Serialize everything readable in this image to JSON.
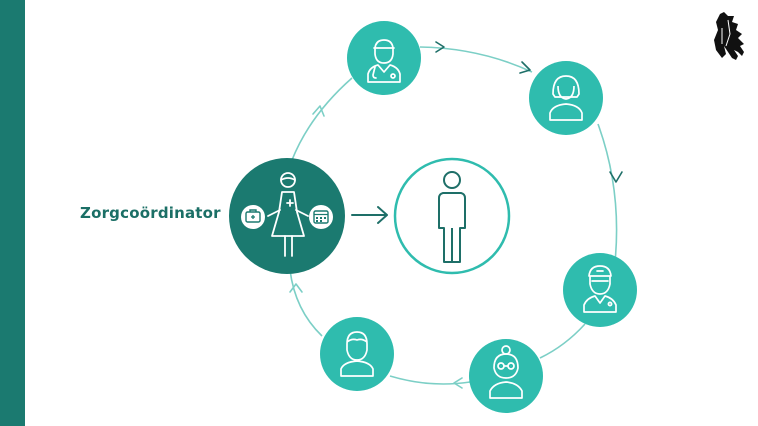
{
  "diagram": {
    "coordinator_label": "Zorgcoördinator"
  },
  "colors": {
    "band": "#1b7a70",
    "coordinator_fill": "#1b7a70",
    "node_fill": "#2fbcae",
    "ring_stroke": "#7ccfc6",
    "arrow_stroke": "#1e6f68",
    "center_stroke": "#2fbcae",
    "icon_stroke": "#ffffff"
  },
  "nodes": [
    {
      "name": "doctor-node",
      "icon": "doctor-icon"
    },
    {
      "name": "woman-node",
      "icon": "woman-icon"
    },
    {
      "name": "surgeon-node",
      "icon": "surgeon-icon"
    },
    {
      "name": "elderly-woman-node",
      "icon": "elderly-woman-icon"
    },
    {
      "name": "man-node",
      "icon": "man-icon"
    }
  ],
  "logo": {
    "name": "flemish-lion-logo"
  }
}
